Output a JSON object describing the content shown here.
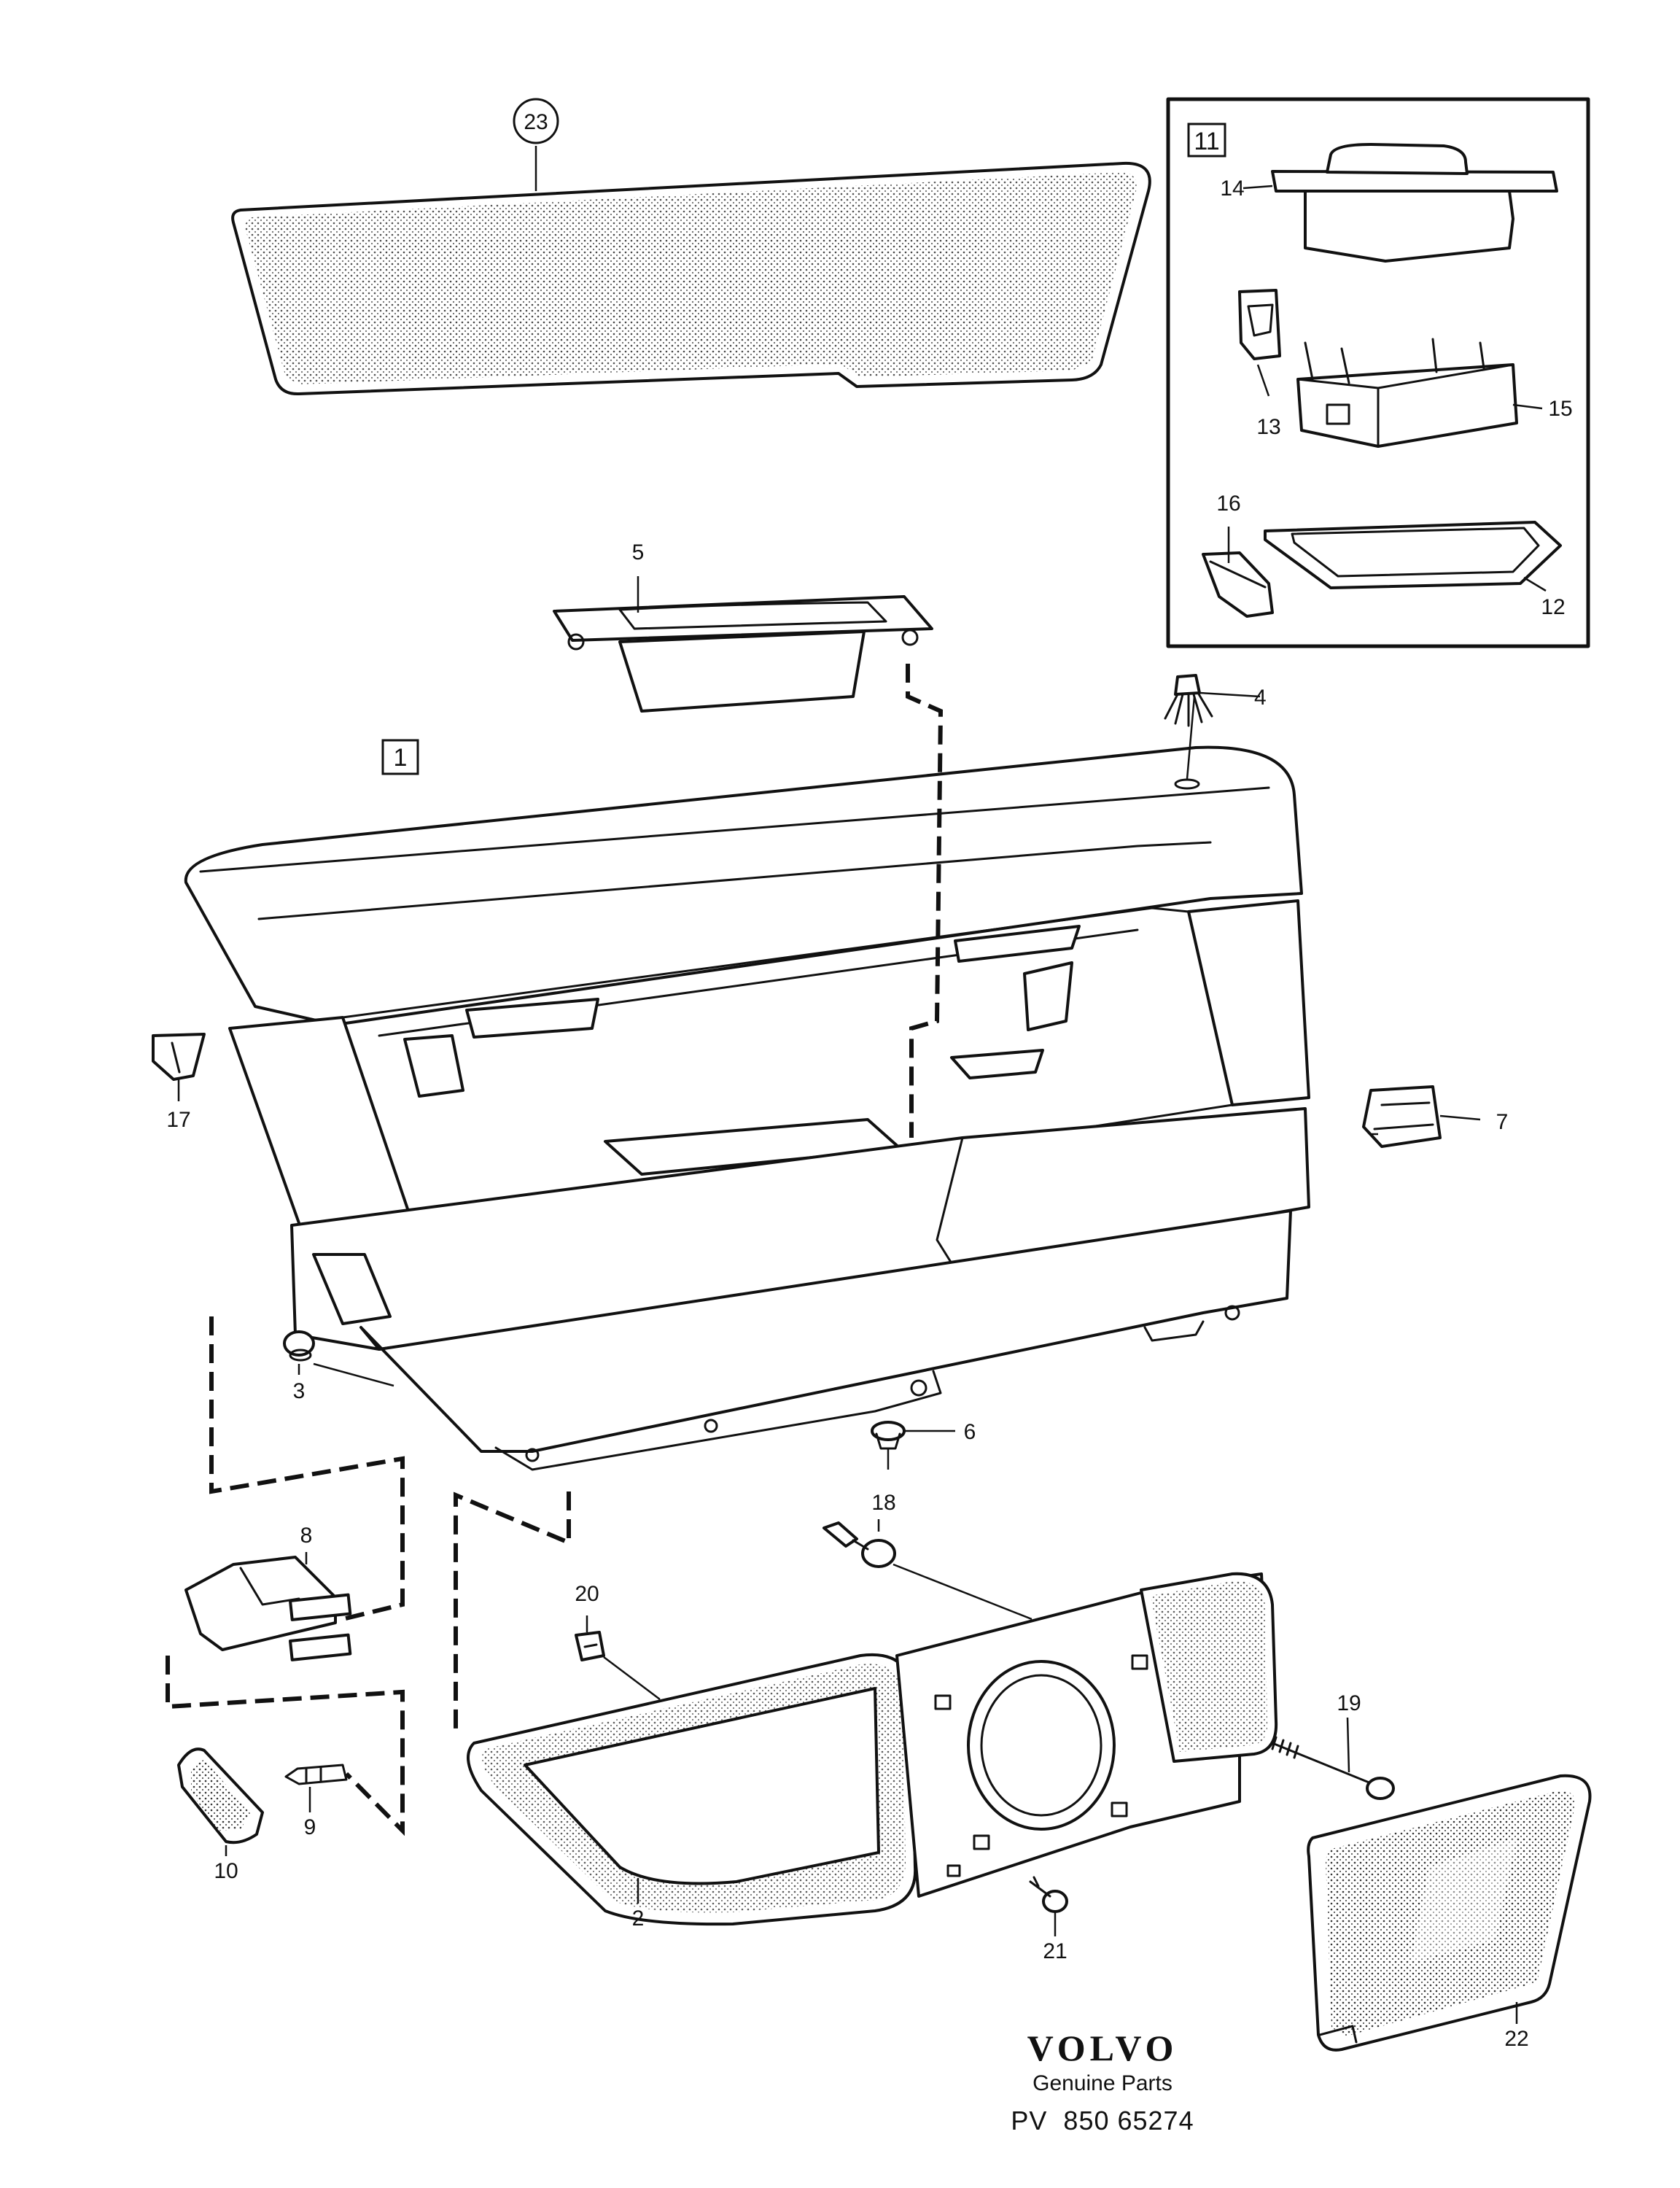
{
  "diagram": {
    "callouts": {
      "c1": "1",
      "c2": "2",
      "c3": "3",
      "c4": "4",
      "c5": "5",
      "c6": "6",
      "c7": "7",
      "c8": "8",
      "c9": "9",
      "c10": "10",
      "c11": "11",
      "c12": "12",
      "c13": "13",
      "c14": "14",
      "c15": "15",
      "c16": "16",
      "c17": "17",
      "c18": "18",
      "c19": "19",
      "c20": "20",
      "c21": "21",
      "c22": "22",
      "c23": "23"
    },
    "logo": {
      "brand": "VOLVO",
      "subtitle": "Genuine Parts",
      "code": "PV  850 65274"
    }
  }
}
